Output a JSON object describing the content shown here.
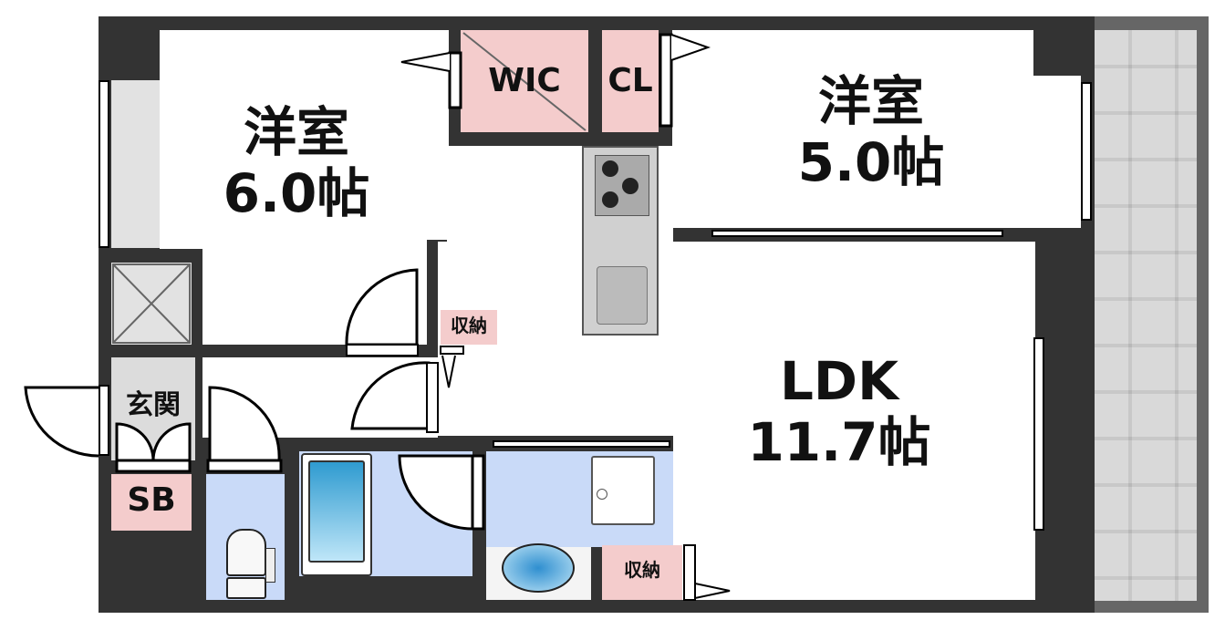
{
  "rooms": {
    "western_a": {
      "name": "洋室",
      "size": "6.0帖"
    },
    "western_b": {
      "name": "洋室",
      "size": "5.0帖"
    },
    "ldk": {
      "name": "LDK",
      "size": "11.7帖"
    },
    "wic": "WIC",
    "cl": "CL",
    "storage_upper": "収納",
    "storage_lower": "収納",
    "entrance": "玄関",
    "shoe_box": "SB"
  },
  "colors": {
    "wall": "#333333",
    "storage": "#f4cccc",
    "wet_area": "#c9daf8",
    "balcony": "#d9d9d9"
  }
}
